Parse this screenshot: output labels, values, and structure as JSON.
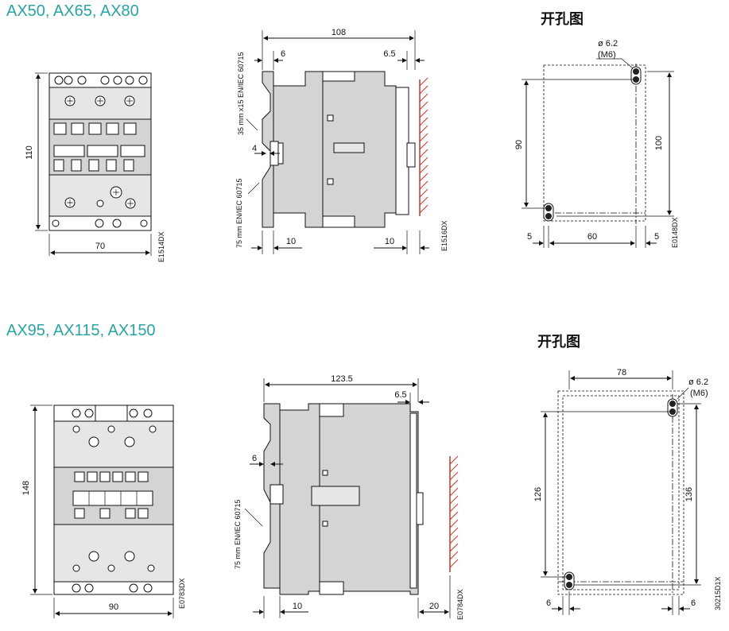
{
  "section1": {
    "title": "AX50, AX65, AX80",
    "front": {
      "height": "110",
      "width": "70",
      "code": "E1514DX"
    },
    "side": {
      "top": "108",
      "left_top": "6",
      "right_top": "6.5",
      "rail1": "35 mm x15 EN/IEC 60715",
      "rail2": "75 mm EN/IEC 60715",
      "gap": "4",
      "bottom_left": "10",
      "bottom_right": "10",
      "code": "E1516DX"
    },
    "cutout": {
      "heading": "开孔图",
      "hole": "ø 6.2",
      "hole_sub": "(M6)",
      "inner": "90",
      "outer": "100",
      "left": "5",
      "mid": "60",
      "right": "5",
      "code": "E0148DX"
    }
  },
  "section2": {
    "title": "AX95, AX115, AX150",
    "front": {
      "height": "148",
      "width": "90",
      "code": "E0783DX"
    },
    "side": {
      "top": "123.5",
      "right_top": "6.5",
      "left_mid": "6",
      "rail": "75 mm EN/IEC 60715",
      "bottom_left": "10",
      "bottom_right": "20",
      "code": "E0784DX"
    },
    "cutout": {
      "heading": "开孔图",
      "top": "78",
      "hole": "ø 6.2",
      "hole_sub": "(M6)",
      "inner": "126",
      "outer": "136",
      "left": "6",
      "right": "6",
      "code": "30215D1X"
    }
  }
}
